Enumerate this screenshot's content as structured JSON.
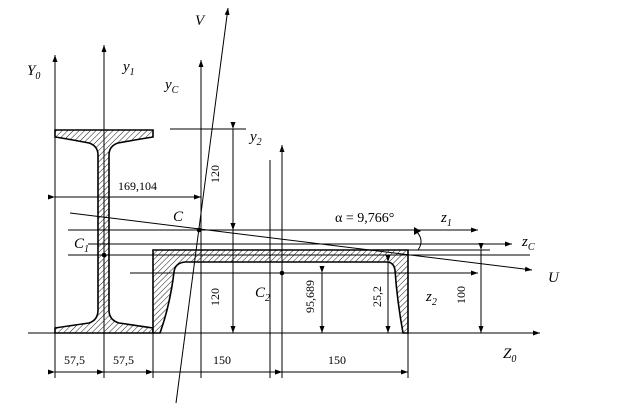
{
  "axes": {
    "Y0": {
      "main": "Y",
      "sub": "0"
    },
    "Z0": {
      "main": "Z",
      "sub": "0"
    },
    "y1": {
      "main": "y",
      "sub": "1"
    },
    "yC": {
      "main": "y",
      "sub": "C"
    },
    "y2": {
      "main": "y",
      "sub": "2"
    },
    "z1": {
      "main": "z",
      "sub": "1"
    },
    "zC": {
      "main": "z",
      "sub": "C"
    },
    "z2": {
      "main": "z",
      "sub": "2"
    },
    "V": "V",
    "U": "U"
  },
  "points": {
    "C": "C",
    "C1": {
      "main": "C",
      "sub": "1"
    },
    "C2": {
      "main": "C",
      "sub": "2"
    }
  },
  "angle": {
    "text": "α = 9,766°"
  },
  "dimensions": {
    "d169": "169,104",
    "d120_top": "120",
    "d120_bottom": "120",
    "d95": "95,689",
    "d25": "25,2",
    "d100": "100",
    "d57a": "57,5",
    "d57b": "57,5",
    "d150a": "150",
    "d150b": "150"
  },
  "colors": {
    "ink": "#000000",
    "background": "#ffffff"
  }
}
